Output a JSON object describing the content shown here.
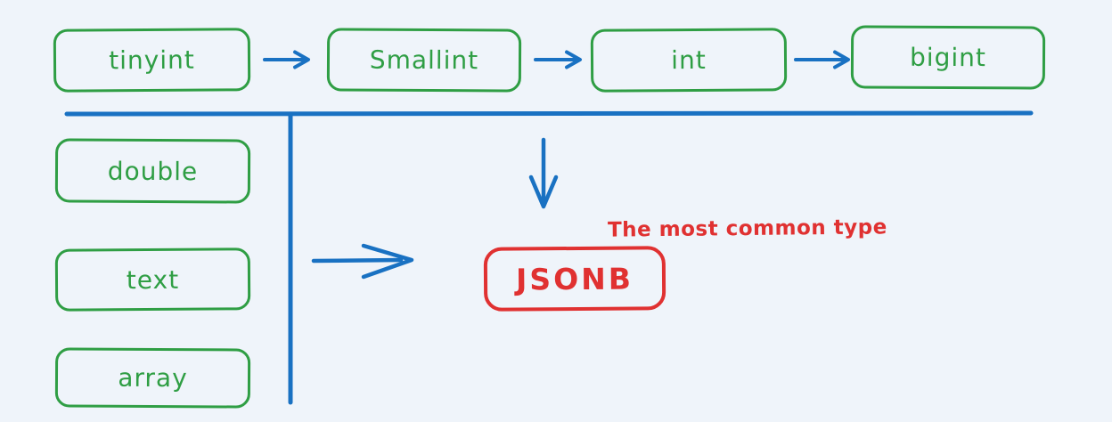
{
  "diagram": {
    "title_hint": "database types diagram",
    "top_row": [
      {
        "label": "tinyint"
      },
      {
        "label": "Smallint"
      },
      {
        "label": "int"
      },
      {
        "label": "bigint"
      }
    ],
    "left_column": [
      {
        "label": "double"
      },
      {
        "label": "text"
      },
      {
        "label": "array"
      }
    ],
    "highlight": {
      "label": "JSONB",
      "annotation": "The most common type"
    },
    "icons": [
      "arrow-right-icon",
      "arrow-right-icon",
      "arrow-right-icon",
      "arrow-down-icon",
      "arrow-right-large-icon"
    ],
    "colors": {
      "type_box_green": "#2f9e44",
      "connector_blue": "#1971c2",
      "highlight_red": "#e03131",
      "background": "#eff4fa"
    }
  }
}
